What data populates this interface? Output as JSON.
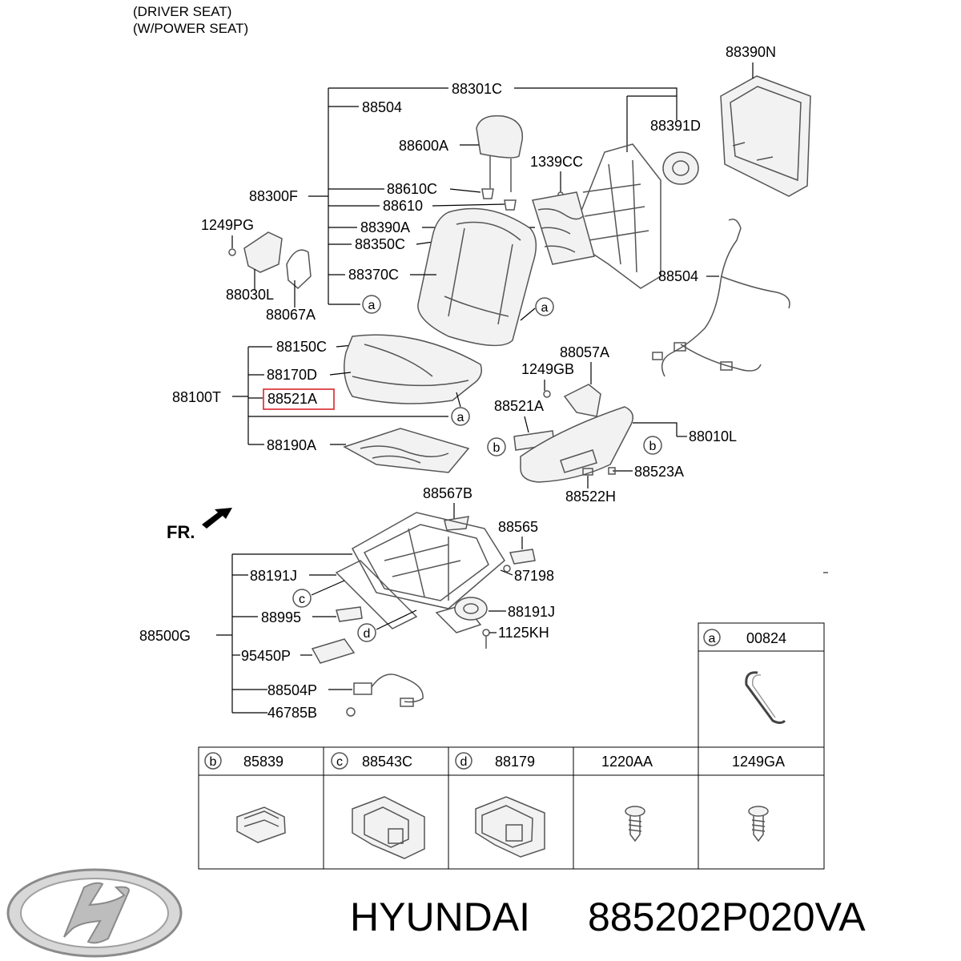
{
  "header": {
    "line1": "(DRIVER SEAT)",
    "line2": "(W/POWER SEAT)"
  },
  "front_marker": "FR.",
  "labels": {
    "p88390N": "88390N",
    "p88301C": "88301C",
    "p88504a": "88504",
    "p88391D": "88391D",
    "p88600A": "88600A",
    "p1339CC": "1339CC",
    "p88300F": "88300F",
    "p88610C": "88610C",
    "p88610": "88610",
    "p1249PG": "1249PG",
    "p88390A": "88390A",
    "p88350C": "88350C",
    "p88370C": "88370C",
    "p88504b": "88504",
    "p88030L": "88030L",
    "p88067A": "88067A",
    "p88150C": "88150C",
    "p88057A": "88057A",
    "p88170D": "88170D",
    "p1249GB": "1249GB",
    "p88100T": "88100T",
    "p88521A_hl": "88521A",
    "p88521A": "88521A",
    "p88010L": "88010L",
    "p88190A": "88190A",
    "p88523A": "88523A",
    "p88522H": "88522H",
    "p88567B": "88567B",
    "p88565": "88565",
    "p88191Ja": "88191J",
    "p87198": "87198",
    "p88995": "88995",
    "p88191Jb": "88191J",
    "p88500G": "88500G",
    "p1125KH": "1125KH",
    "p95450P": "95450P",
    "p88504P": "88504P",
    "p46785B": "46785B"
  },
  "circle_refs": {
    "a": "a",
    "b": "b",
    "c": "c",
    "d": "d"
  },
  "legend_a": {
    "letter": "a",
    "part": "00824"
  },
  "legend_table": [
    {
      "letter": "b",
      "part": "85839"
    },
    {
      "letter": "c",
      "part": "88543C"
    },
    {
      "letter": "d",
      "part": "88179"
    },
    {
      "letter": "",
      "part": "1220AA"
    },
    {
      "letter": "",
      "part": "1249GA"
    }
  ],
  "footer": {
    "brand": "HYUNDAI",
    "part_number": "885202P020VA"
  },
  "colors": {
    "highlight_box": "#d9262c",
    "line": "#000000",
    "part_stroke": "#555555"
  }
}
